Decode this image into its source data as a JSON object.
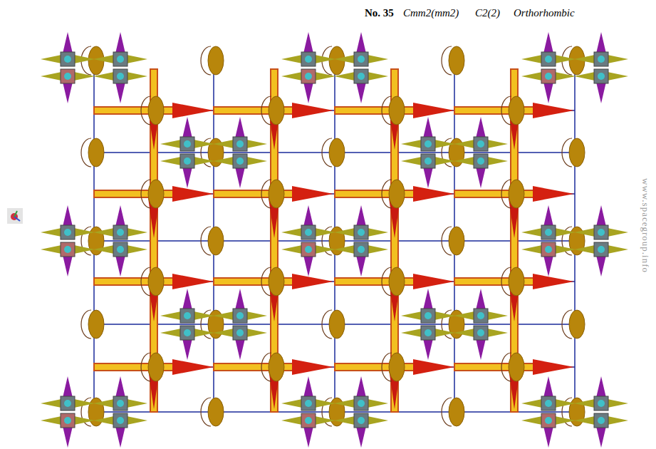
{
  "diagram": {
    "labels": [
      "No. 35",
      "Cmm2(mm2)",
      "C2(2)",
      "Orthorhombic",
      "www.spacegroup.info"
    ]
  }
}
